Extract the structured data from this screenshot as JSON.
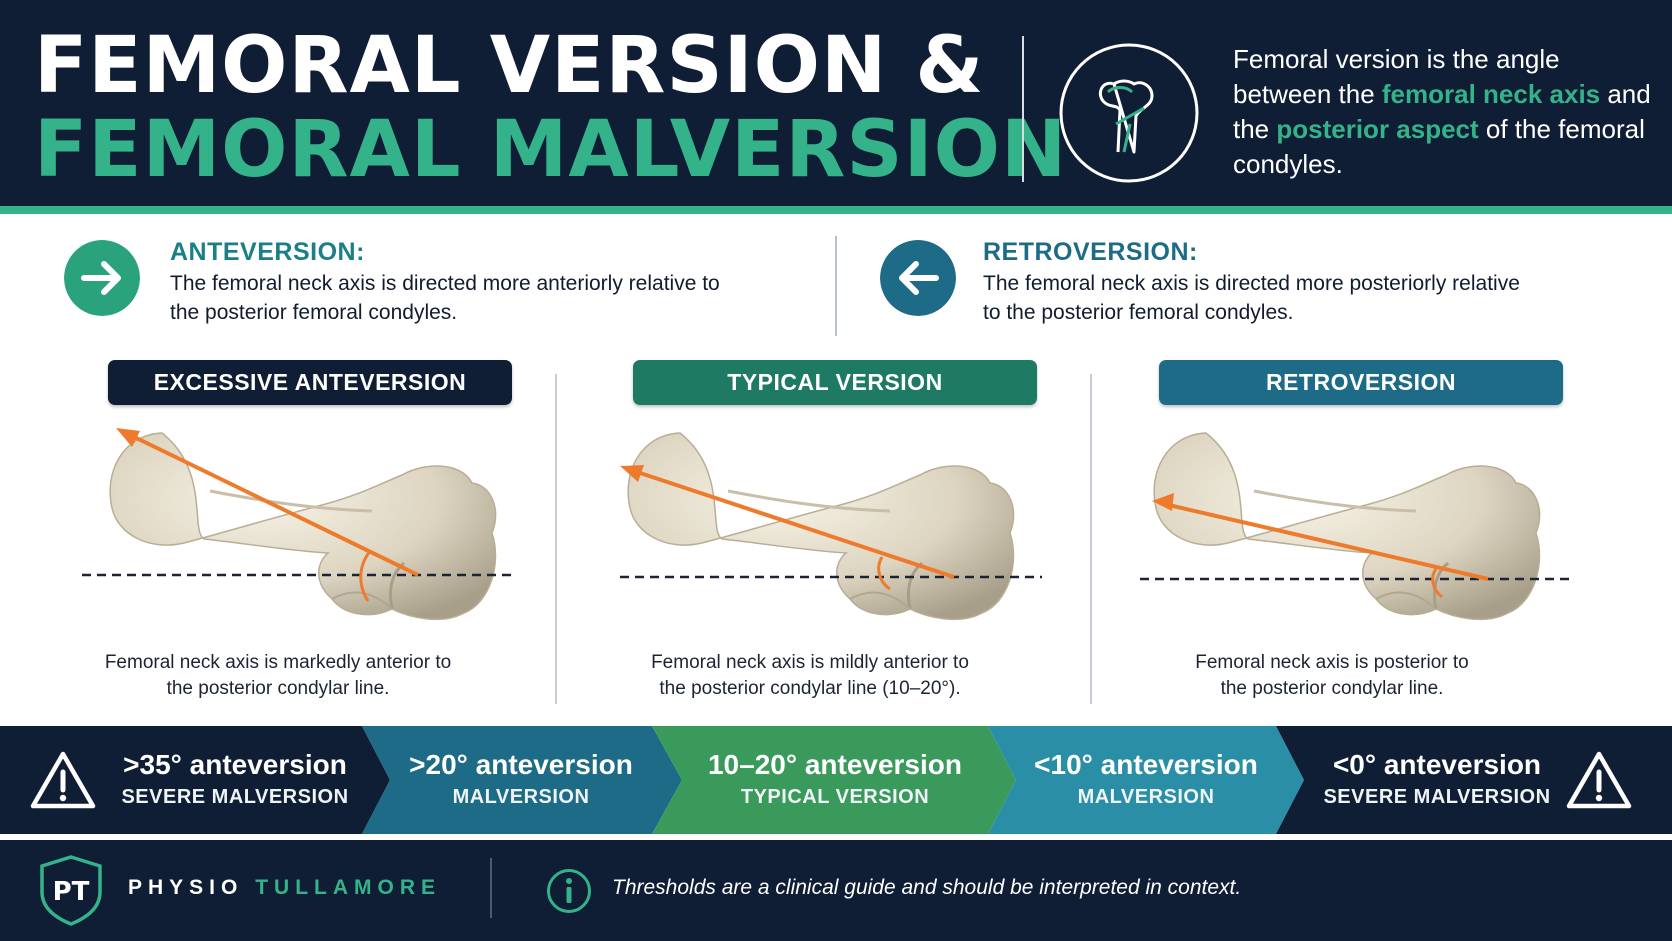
{
  "header": {
    "title_line1": "FEMORAL VERSION &",
    "title_line2": "FEMORAL MALVERSION",
    "icon": "femur-icon",
    "desc_part1": "Femoral version is the angle between the ",
    "desc_highlight1": "femoral neck axis",
    "desc_part2": " and the ",
    "desc_highlight2": "posterior aspect",
    "desc_part3": " of the femoral condyles."
  },
  "definitions": [
    {
      "icon": "arrow-right-icon",
      "title": "ANTEVERSION:",
      "text": "The femoral neck axis is directed more anteriorly relative to the posterior femoral condyles."
    },
    {
      "icon": "arrow-left-icon",
      "title": "RETROVERSION:",
      "text": "The femoral neck axis is directed more posteriorly relative to the posterior femoral condyles."
    }
  ],
  "panels": [
    {
      "label": "EXCESSIVE ANTEVERSION",
      "caption_line1": "Femoral neck axis is markedly anterior to",
      "caption_line2": "the posterior condylar line."
    },
    {
      "label": "TYPICAL VERSION",
      "caption_line1": "Femoral neck axis is mildly anterior to",
      "caption_line2": "the posterior condylar line (10–20°)."
    },
    {
      "label": "RETROVERSION",
      "caption_line1": "Femoral neck axis is posterior to",
      "caption_line2": "the posterior condylar line."
    }
  ],
  "thresholds": [
    {
      "value": ">35° anteversion",
      "category": "SEVERE MALVERSION",
      "icon": "warning-icon"
    },
    {
      "value": ">20° anteversion",
      "category": "MALVERSION"
    },
    {
      "value": "10–20° anteversion",
      "category": "TYPICAL VERSION"
    },
    {
      "value": "<10° anteversion",
      "category": "MALVERSION"
    },
    {
      "value": "<0° anteversion",
      "category": "SEVERE MALVERSION",
      "icon": "warning-icon"
    }
  ],
  "footer": {
    "logo_text": "PT",
    "brand_part1": "PHYSIO ",
    "brand_part2": "TULLAMORE",
    "info_icon": "info-icon",
    "note": "Thresholds are a clinical guide and should be interpreted in context."
  },
  "colors": {
    "navy": "#0f1d35",
    "green": "#34b38a",
    "teal_dark": "#1d6b86",
    "teal": "#2a8fa6",
    "typical_green": "#3a9a5c",
    "axis_orange": "#ee7b2b"
  }
}
